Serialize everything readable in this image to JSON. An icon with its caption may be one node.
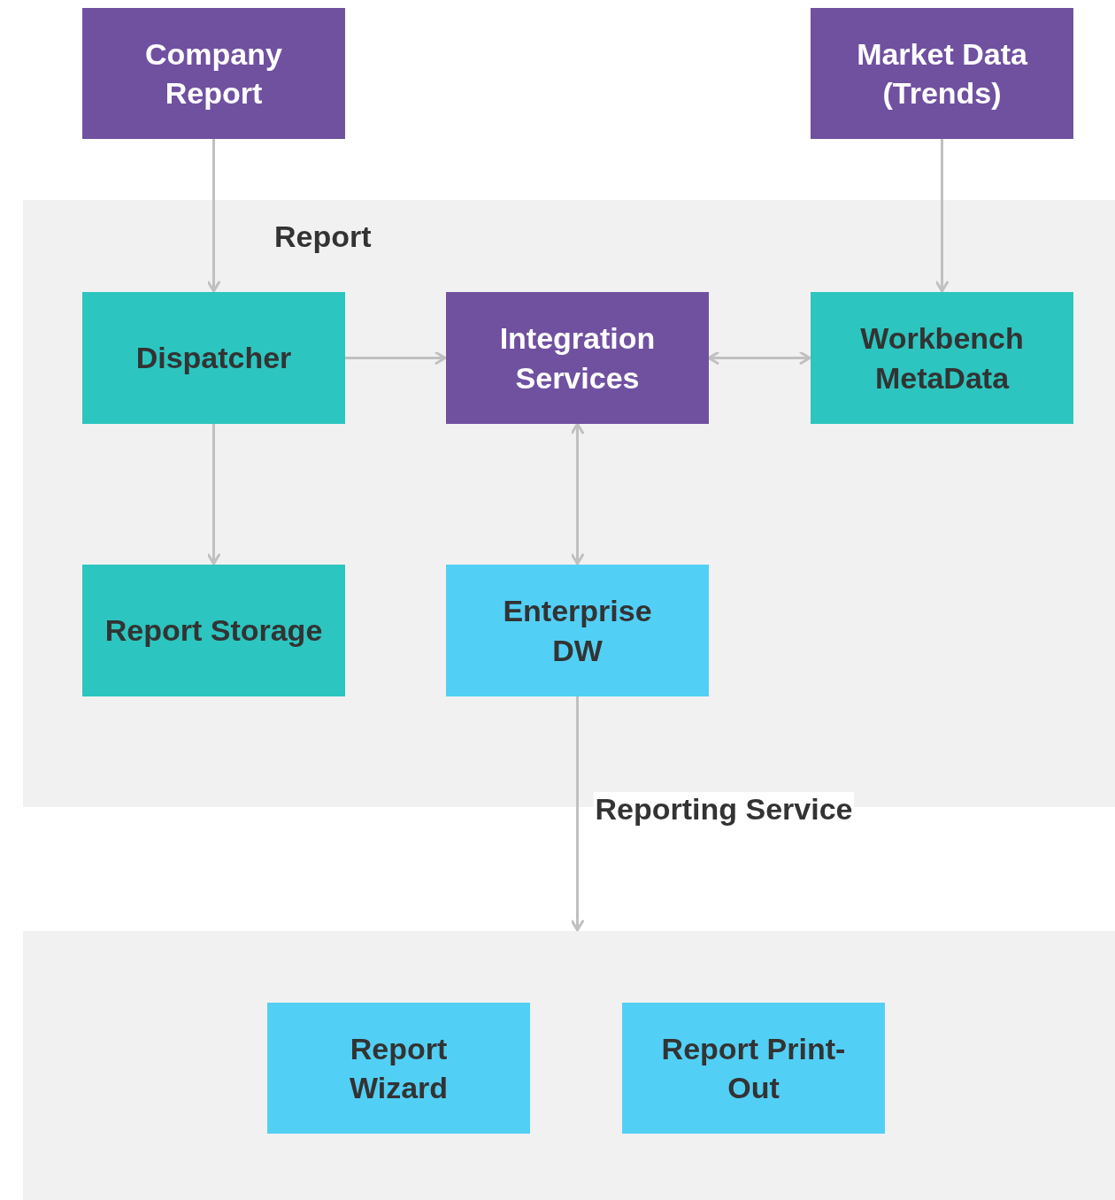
{
  "diagram": {
    "nodes": [
      {
        "text": [
          "Report"
        ]
      },
      {
        "text": [
          "Company Report"
        ]
      },
      {
        "text": [
          "Market Data (Trends)"
        ]
      },
      {
        "text": [
          "Dispatcher"
        ],
        "in": 0
      },
      {
        "text": [
          "Integration Services"
        ],
        "in": 0
      },
      {
        "text": [
          "Workbench MetaData"
        ],
        "in": 0
      },
      {
        "text": [
          "Report Storage"
        ],
        "in": 0
      },
      {
        "text": [
          "Enterprise DW"
        ],
        "in": 0
      },
      {
        "text": [],
        "shape": "box"
      },
      {
        "text": [
          "Report Wizard"
        ],
        "in": 8
      },
      {
        "text": [
          "Report Print-Out"
        ],
        "in": 8
      }
    ],
    "edges": [
      {
        "from": 1,
        "to": 3,
        "arrow": "to"
      },
      {
        "from": 2,
        "to": 5,
        "arrow": "to"
      },
      {
        "from": 3,
        "to": 4,
        "arrow": "to"
      },
      {
        "from": 4,
        "to": 5,
        "arrow": "both"
      },
      {
        "from": 3,
        "to": 6,
        "arrow": "to"
      },
      {
        "from": 4,
        "to": 7,
        "arrow": "both"
      },
      {
        "from": 7,
        "to": 8,
        "arrow": "to",
        "label": "Reporting Service"
      }
    ]
  }
}
